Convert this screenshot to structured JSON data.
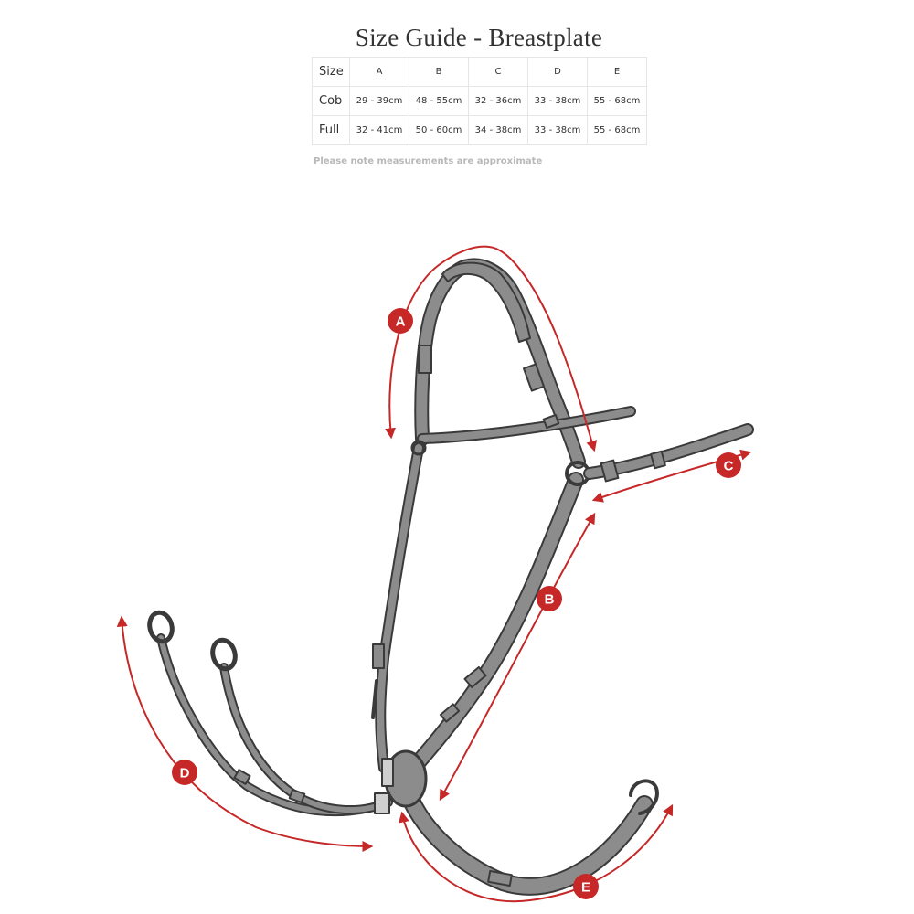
{
  "title": "Size Guide - Breastplate",
  "table": {
    "headers": [
      "Size",
      "A",
      "B",
      "C",
      "D",
      "E"
    ],
    "rows": [
      {
        "size": "Cob",
        "values": [
          "29 - 39cm",
          "48 - 55cm",
          "32 - 36cm",
          "33 - 38cm",
          "55 - 68cm"
        ]
      },
      {
        "size": "Full",
        "values": [
          "32 - 41cm",
          "50 - 60cm",
          "34 - 38cm",
          "33 - 38cm",
          "55 - 68cm"
        ]
      }
    ]
  },
  "note": "Please note measurements are approximate",
  "labels": {
    "a": "A",
    "b": "B",
    "c": "C",
    "d": "D",
    "e": "E"
  },
  "colors": {
    "accent": "#c62828",
    "leather": "#8c8c8c",
    "outline": "#3a3a3a",
    "text": "#333333",
    "note": "#b8b8b8"
  }
}
